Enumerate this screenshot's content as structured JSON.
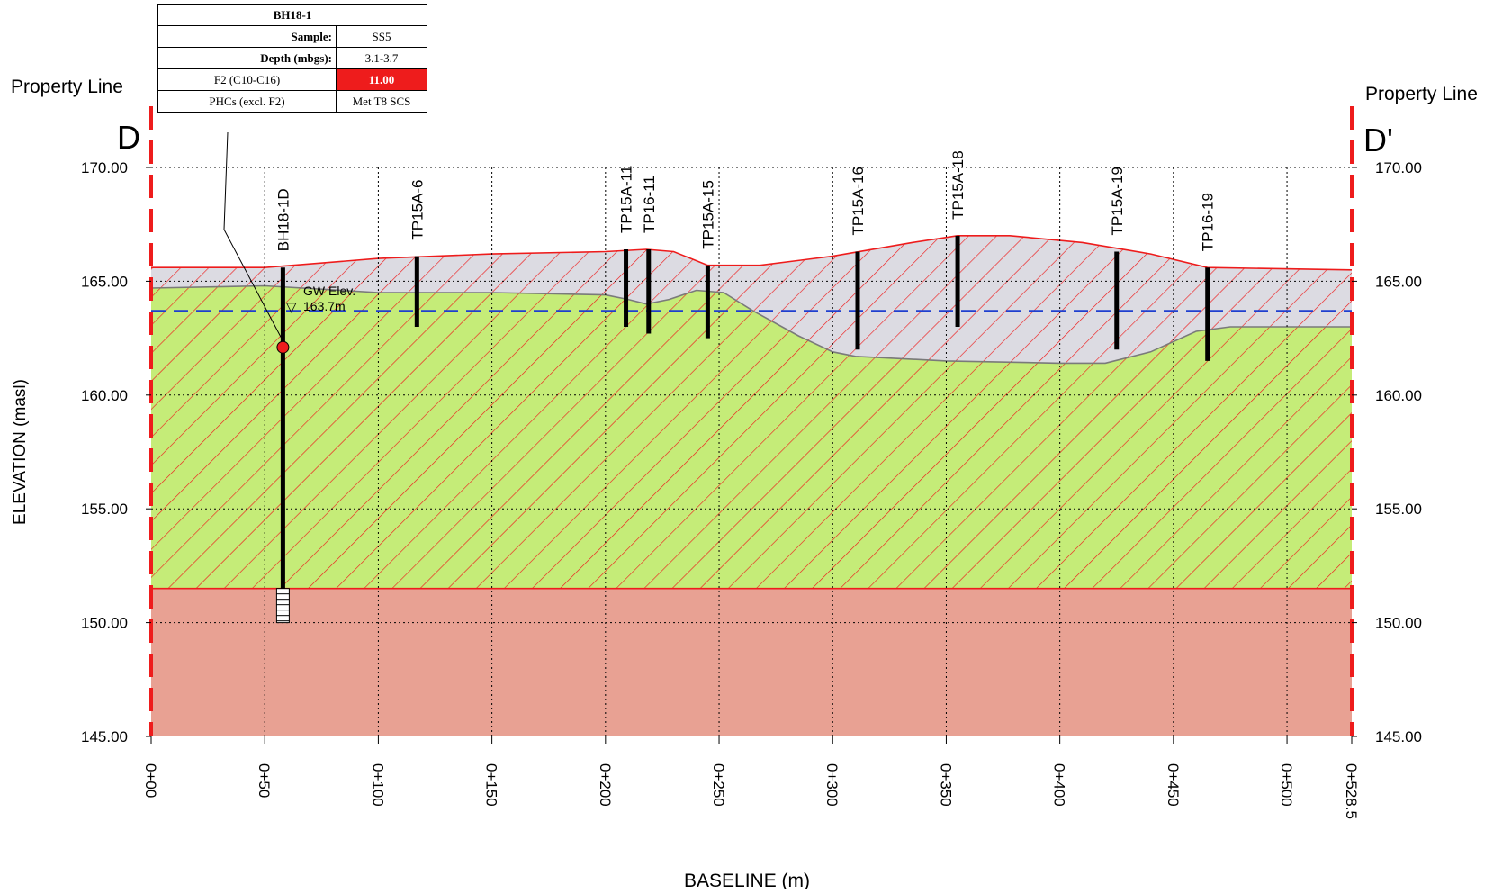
{
  "section": {
    "left_marker": "D",
    "right_marker": "D'",
    "property_line_left": "Property Line",
    "property_line_right": "Property Line",
    "y_axis_title": "ELEVATION (masl)",
    "x_axis_title": "BASELINE (m)",
    "y_range": [
      145,
      170
    ],
    "x_range": [
      0,
      528.5
    ],
    "y_ticks": [
      "145.00",
      "150.00",
      "155.00",
      "160.00",
      "165.00",
      "170.00"
    ],
    "x_ticks": [
      "0+00",
      "0+50",
      "0+100",
      "0+150",
      "0+200",
      "0+250",
      "0+300",
      "0+350",
      "0+400",
      "0+450",
      "0+500",
      "0+528.5"
    ],
    "gw_label_line1": "GW Elev.",
    "gw_label_line2": "163.7m",
    "gw_symbol": "▽",
    "gw_elevation": 163.7,
    "colors": {
      "fill_layer": "#dcdbe2",
      "native_layer": "#c5ec78",
      "bedrock_layer": "#e8a193",
      "hatch": "#ee1c1c",
      "groundwater": "#1f3fcf",
      "exceedance": "#ee1c1c"
    }
  },
  "boreholes": [
    {
      "id": "BH18-1D",
      "x": 58,
      "top": 165.6,
      "bottom": 150.0,
      "screen": [
        151.5,
        150.0
      ]
    },
    {
      "id": "TP15A-6",
      "x": 117,
      "top": 166.1,
      "bottom": 163.0
    },
    {
      "id": "TP15A-11",
      "x": 209,
      "top": 166.4,
      "bottom": 163.0
    },
    {
      "id": "TP16-11",
      "x": 219,
      "top": 166.4,
      "bottom": 162.7
    },
    {
      "id": "TP15A-15",
      "x": 245,
      "top": 165.7,
      "bottom": 162.5
    },
    {
      "id": "TP15A-16",
      "x": 311,
      "top": 166.3,
      "bottom": 162.0
    },
    {
      "id": "TP15A-18",
      "x": 355,
      "top": 167.0,
      "bottom": 163.0
    },
    {
      "id": "TP15A-19",
      "x": 425,
      "top": 166.3,
      "bottom": 162.0
    },
    {
      "id": "TP16-19",
      "x": 465,
      "top": 165.6,
      "bottom": 161.5
    }
  ],
  "surfaces": {
    "ground": [
      [
        0,
        165.6
      ],
      [
        50,
        165.6
      ],
      [
        100,
        166.0
      ],
      [
        150,
        166.2
      ],
      [
        200,
        166.3
      ],
      [
        218,
        166.4
      ],
      [
        230,
        166.3
      ],
      [
        245,
        165.7
      ],
      [
        268,
        165.7
      ],
      [
        300,
        166.1
      ],
      [
        335,
        166.7
      ],
      [
        355,
        167.0
      ],
      [
        378,
        167.0
      ],
      [
        410,
        166.7
      ],
      [
        440,
        166.2
      ],
      [
        465,
        165.6
      ],
      [
        528.5,
        165.5
      ]
    ],
    "fill_bottom": [
      [
        0,
        164.7
      ],
      [
        50,
        164.8
      ],
      [
        100,
        164.5
      ],
      [
        150,
        164.5
      ],
      [
        200,
        164.4
      ],
      [
        210,
        164.2
      ],
      [
        218,
        164.0
      ],
      [
        228,
        164.2
      ],
      [
        240,
        164.6
      ],
      [
        252,
        164.5
      ],
      [
        265,
        163.7
      ],
      [
        285,
        162.6
      ],
      [
        300,
        161.9
      ],
      [
        310,
        161.7
      ],
      [
        350,
        161.5
      ],
      [
        400,
        161.4
      ],
      [
        420,
        161.4
      ],
      [
        440,
        161.9
      ],
      [
        460,
        162.8
      ],
      [
        475,
        163.0
      ],
      [
        528.5,
        163.0
      ]
    ],
    "native_bottom": 151.5,
    "bedrock_bottom": 145.0
  },
  "sample": {
    "title": "BH18-1",
    "sample_label": "Sample:",
    "sample_value": "SS5",
    "depth_label": "Depth (mbgs):",
    "depth_value": "3.1-3.7",
    "param1_label": "F2 (C10-C16)",
    "param1_value": "11.00",
    "param2_label": "PHCs (excl. F2)",
    "param2_value": "Met T8 SCS",
    "borehole_x": 58,
    "sample_elevation": 162.1
  }
}
